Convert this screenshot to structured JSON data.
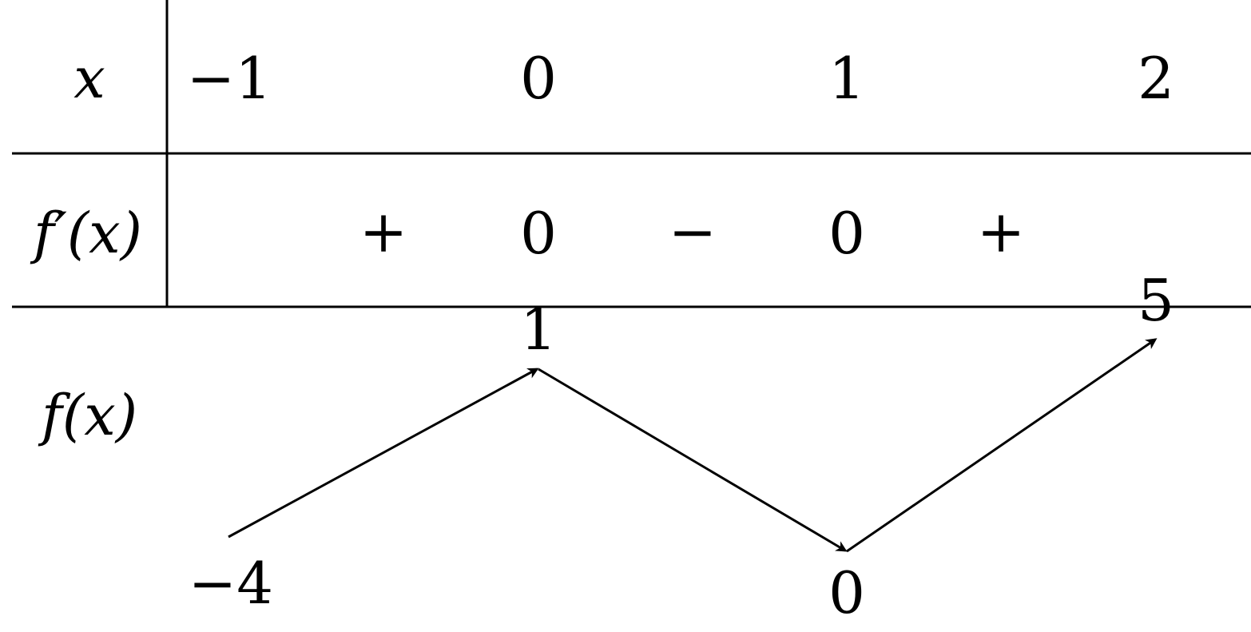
{
  "table": {
    "row_labels": {
      "x": "x",
      "derivative": "f′(x)",
      "function": "f(x)"
    },
    "x_values": [
      "−1",
      "0",
      "1",
      "2"
    ],
    "derivative_signs": [
      "+",
      "0",
      "−",
      "0",
      "+"
    ],
    "function_values": [
      "−4",
      "1",
      "0",
      "5"
    ],
    "function_variation": [
      "increasing",
      "decreasing",
      "increasing"
    ]
  }
}
